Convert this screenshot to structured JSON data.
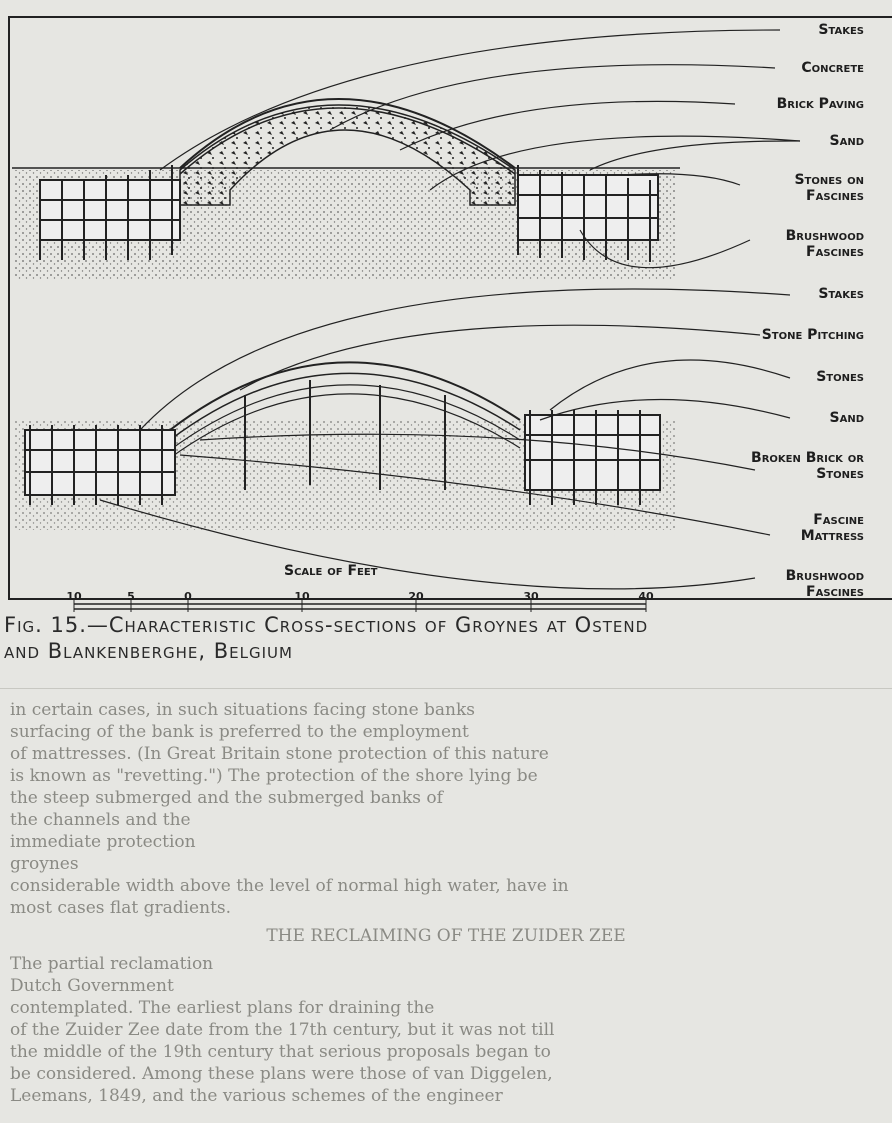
{
  "background_text": [
    "in certain cases, in such situations facing stone banks",
    "surfacing of the bank is preferred to the employment",
    "of mattresses. (In Great Britain stone protection of this nature",
    "is known as \"revetting.\") The protection of the shore lying be",
    "the steep submerged and the submerged banks of",
    "the channels and the",
    "immediate protection",
    "groynes",
    "considerable width above the level of normal high water, have in",
    "most cases flat gradients.",
    "THE RECLAIMING OF THE ZUIDER ZEE",
    "The partial reclamation",
    "Dutch Government",
    "contemplated. The earliest plans for draining the",
    "of the Zuider Zee date from the 17th century, but it was not till",
    "the middle of the 19th century that serious proposals began to",
    "be considered. Among these plans were those of van Diggelen,",
    "Leemans, 1849, and the various schemes of the engineer"
  ],
  "diagram": {
    "top_section_labels": [
      "Stakes",
      "Concrete",
      "Brick Paving",
      "Sand",
      "Stones on Fascines",
      "Brushwood Fascines"
    ],
    "bottom_section_labels": [
      "Stakes",
      "Stone Pitching",
      "Stones",
      "Sand",
      "Broken Brick or Stones",
      "Fascine Mattress",
      "Brushwood Fascines"
    ],
    "scale": {
      "title": "Scale of Feet",
      "ticks": [
        "10",
        "5",
        "0",
        "10",
        "20",
        "30",
        "40"
      ]
    }
  },
  "caption": {
    "line1": "Fig. 15.—Characteristic Cross-sections of Groynes at Ostend",
    "line2": "and Blankenberghe, Belgium"
  }
}
